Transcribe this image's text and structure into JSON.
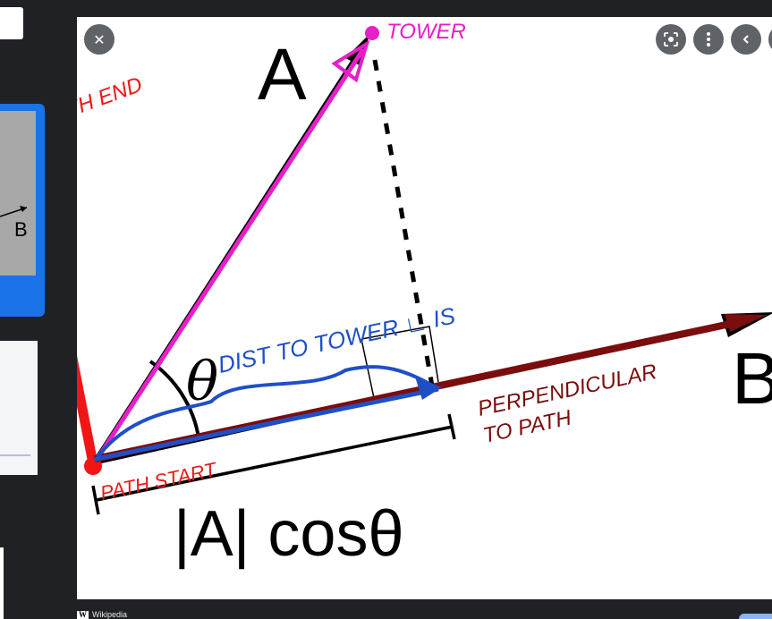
{
  "image": {
    "label_a": "A",
    "label_b": "B",
    "label_theta": "θ",
    "formula": "|A| cosθ"
  },
  "annotations": {
    "tower": "TOWER",
    "path_end": "PATH END",
    "path_start": "PATH START",
    "dist_line1": "DIST TO TOWER ∟ IS",
    "perp_line1": "PERPENDICULAR",
    "perp_line2": "TO PATH"
  },
  "sidebar": {
    "thumb_label_b": "B"
  },
  "toolbar": {
    "close_icon": "close-icon",
    "lens_icon": "lens-icon",
    "more_icon": "more-vertical-icon",
    "prev_icon": "chevron-left-icon"
  },
  "source": {
    "badge": "W",
    "site": "Wikipedia"
  },
  "colors": {
    "magenta": "#e81ec9",
    "red": "#f01616",
    "dark_red": "#7a0d0d",
    "blue": "#1f4fc7",
    "toolbar_btn": "#5f6368",
    "selected_thumb": "#1a73e8"
  }
}
